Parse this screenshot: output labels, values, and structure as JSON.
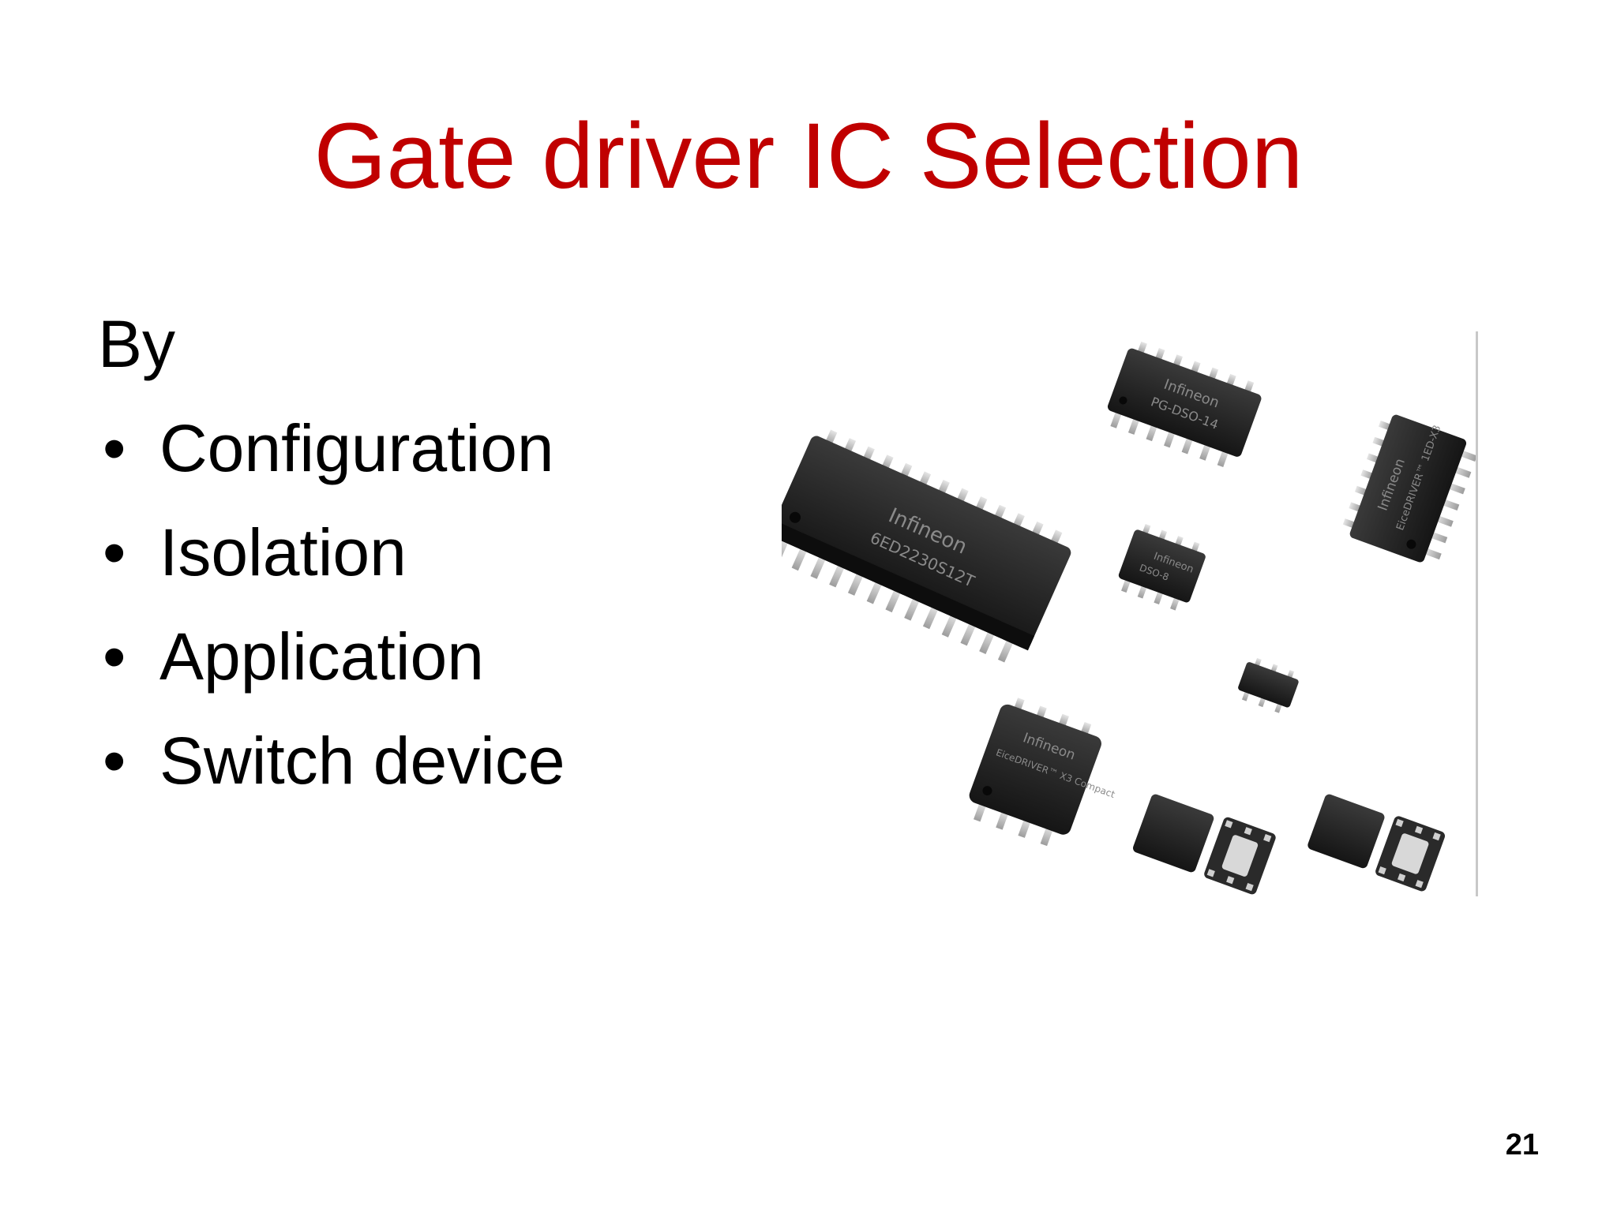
{
  "slide": {
    "title": "Gate driver IC Selection",
    "intro": "By",
    "bullet_symbol": "•",
    "bullets": [
      "Configuration",
      "Isolation",
      "Application",
      "Switch device"
    ],
    "page_number": "21",
    "title_color": "#c00000"
  },
  "photo": {
    "chips": [
      {
        "brand": "Infineon",
        "part": "6ED2230S12T"
      },
      {
        "brand": "Infineon",
        "part": "PG-DSO-14"
      },
      {
        "brand": "Infineon",
        "part": "DSO-8"
      },
      {
        "brand": "Infineon",
        "part": "EiceDRIVER™ 1ED-X3"
      },
      {
        "brand": "Infineon",
        "part": "EiceDRIVER™ X3 Compact"
      }
    ]
  }
}
